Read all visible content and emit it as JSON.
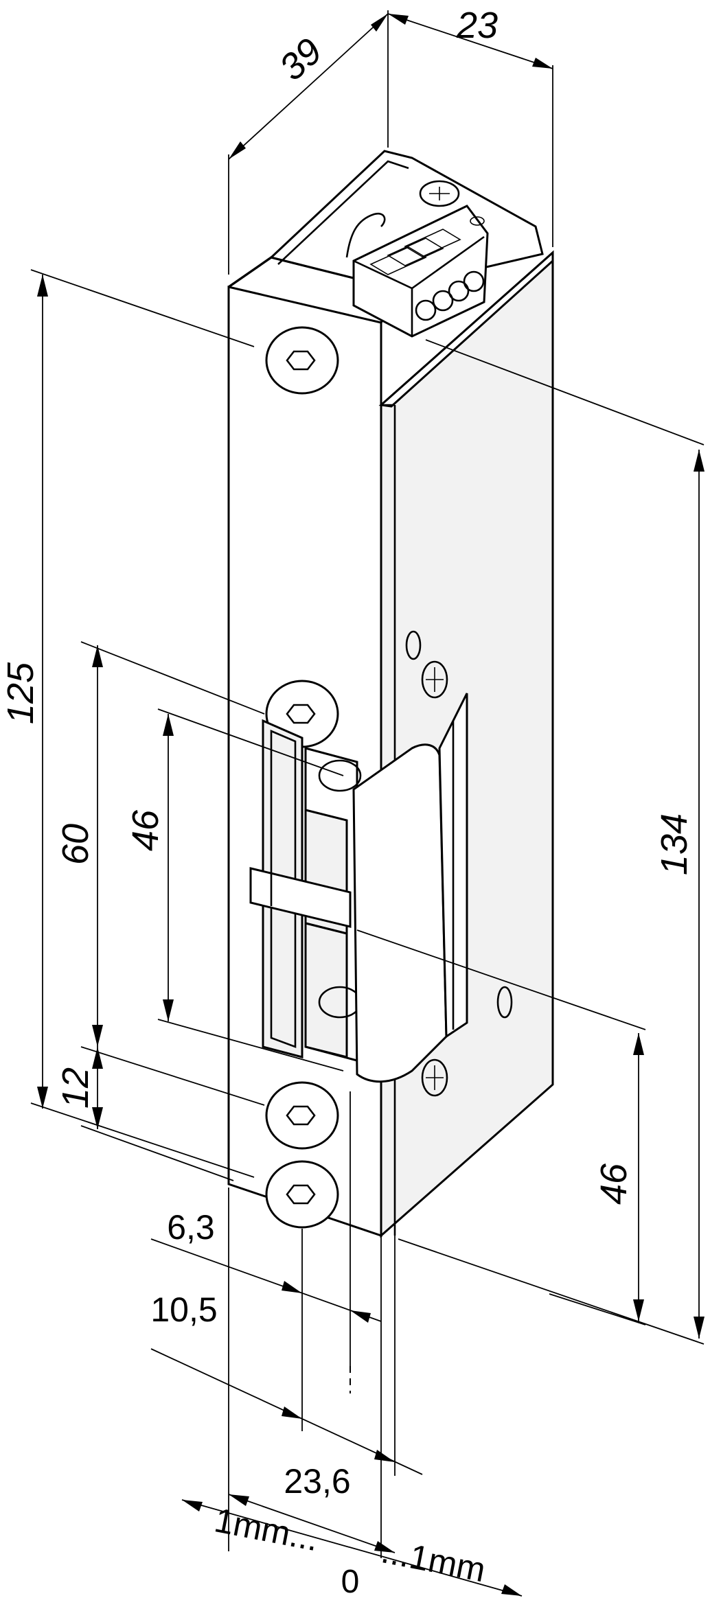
{
  "dimensions": {
    "depth": "39",
    "width_top": "23",
    "height_125": "125",
    "height_134": "134",
    "height_60": "60",
    "height_46_inner": "46",
    "height_46_side": "46",
    "height_12": "12",
    "offset_6_3": "6,3",
    "offset_10_5": "10,5",
    "width_23_6": "23,6",
    "adjust_left": "1mm...",
    "adjust_right": "...1mm",
    "adjust_zero": "0"
  },
  "colors": {
    "line": "#000000",
    "background": "#ffffff"
  }
}
